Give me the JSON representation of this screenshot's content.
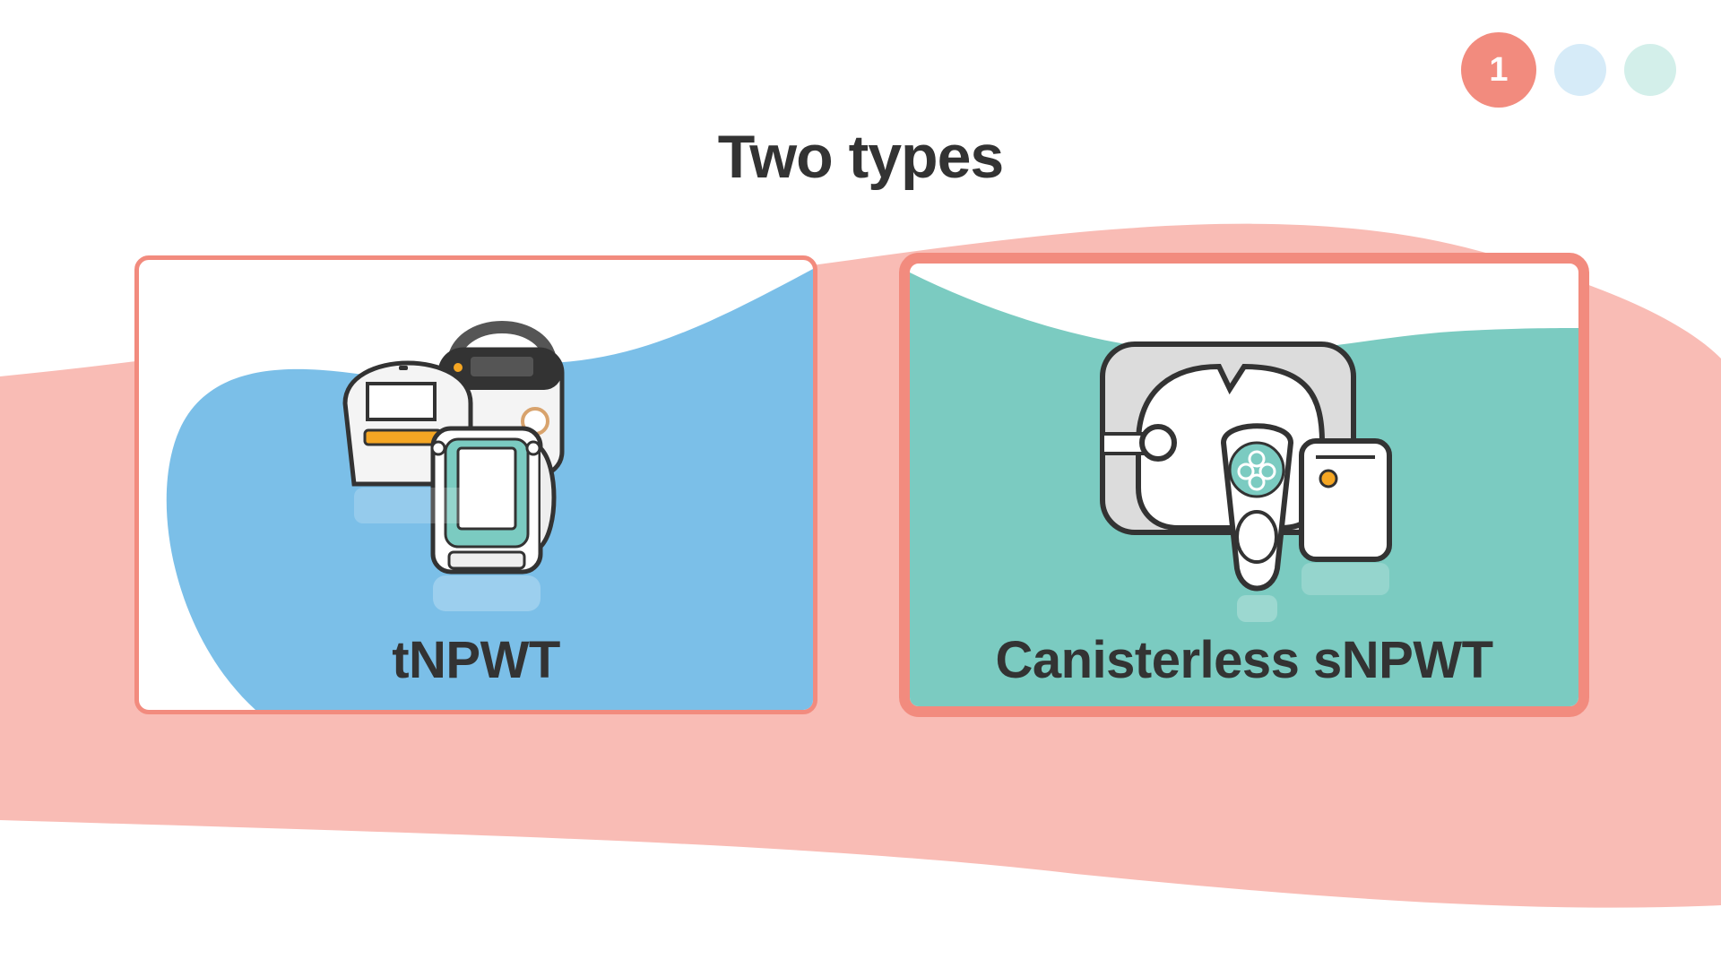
{
  "slide": {
    "title": "Two types"
  },
  "pagination": {
    "current": "1",
    "colors": {
      "active": "#f28b7e",
      "dot_2": "#d6ebf8",
      "dot_3": "#d3efea"
    }
  },
  "cards": [
    {
      "label": "tNPWT",
      "icon": "traditional-npwt-devices-icon",
      "background_color": "#7bbfe8"
    },
    {
      "label": "Canisterless sNPWT",
      "icon": "canisterless-npwt-device-icon",
      "background_color": "#7bcbc1"
    }
  ],
  "theme": {
    "accent": "#f28b7e",
    "wave": "#f9bcb5",
    "text": "#333333"
  }
}
